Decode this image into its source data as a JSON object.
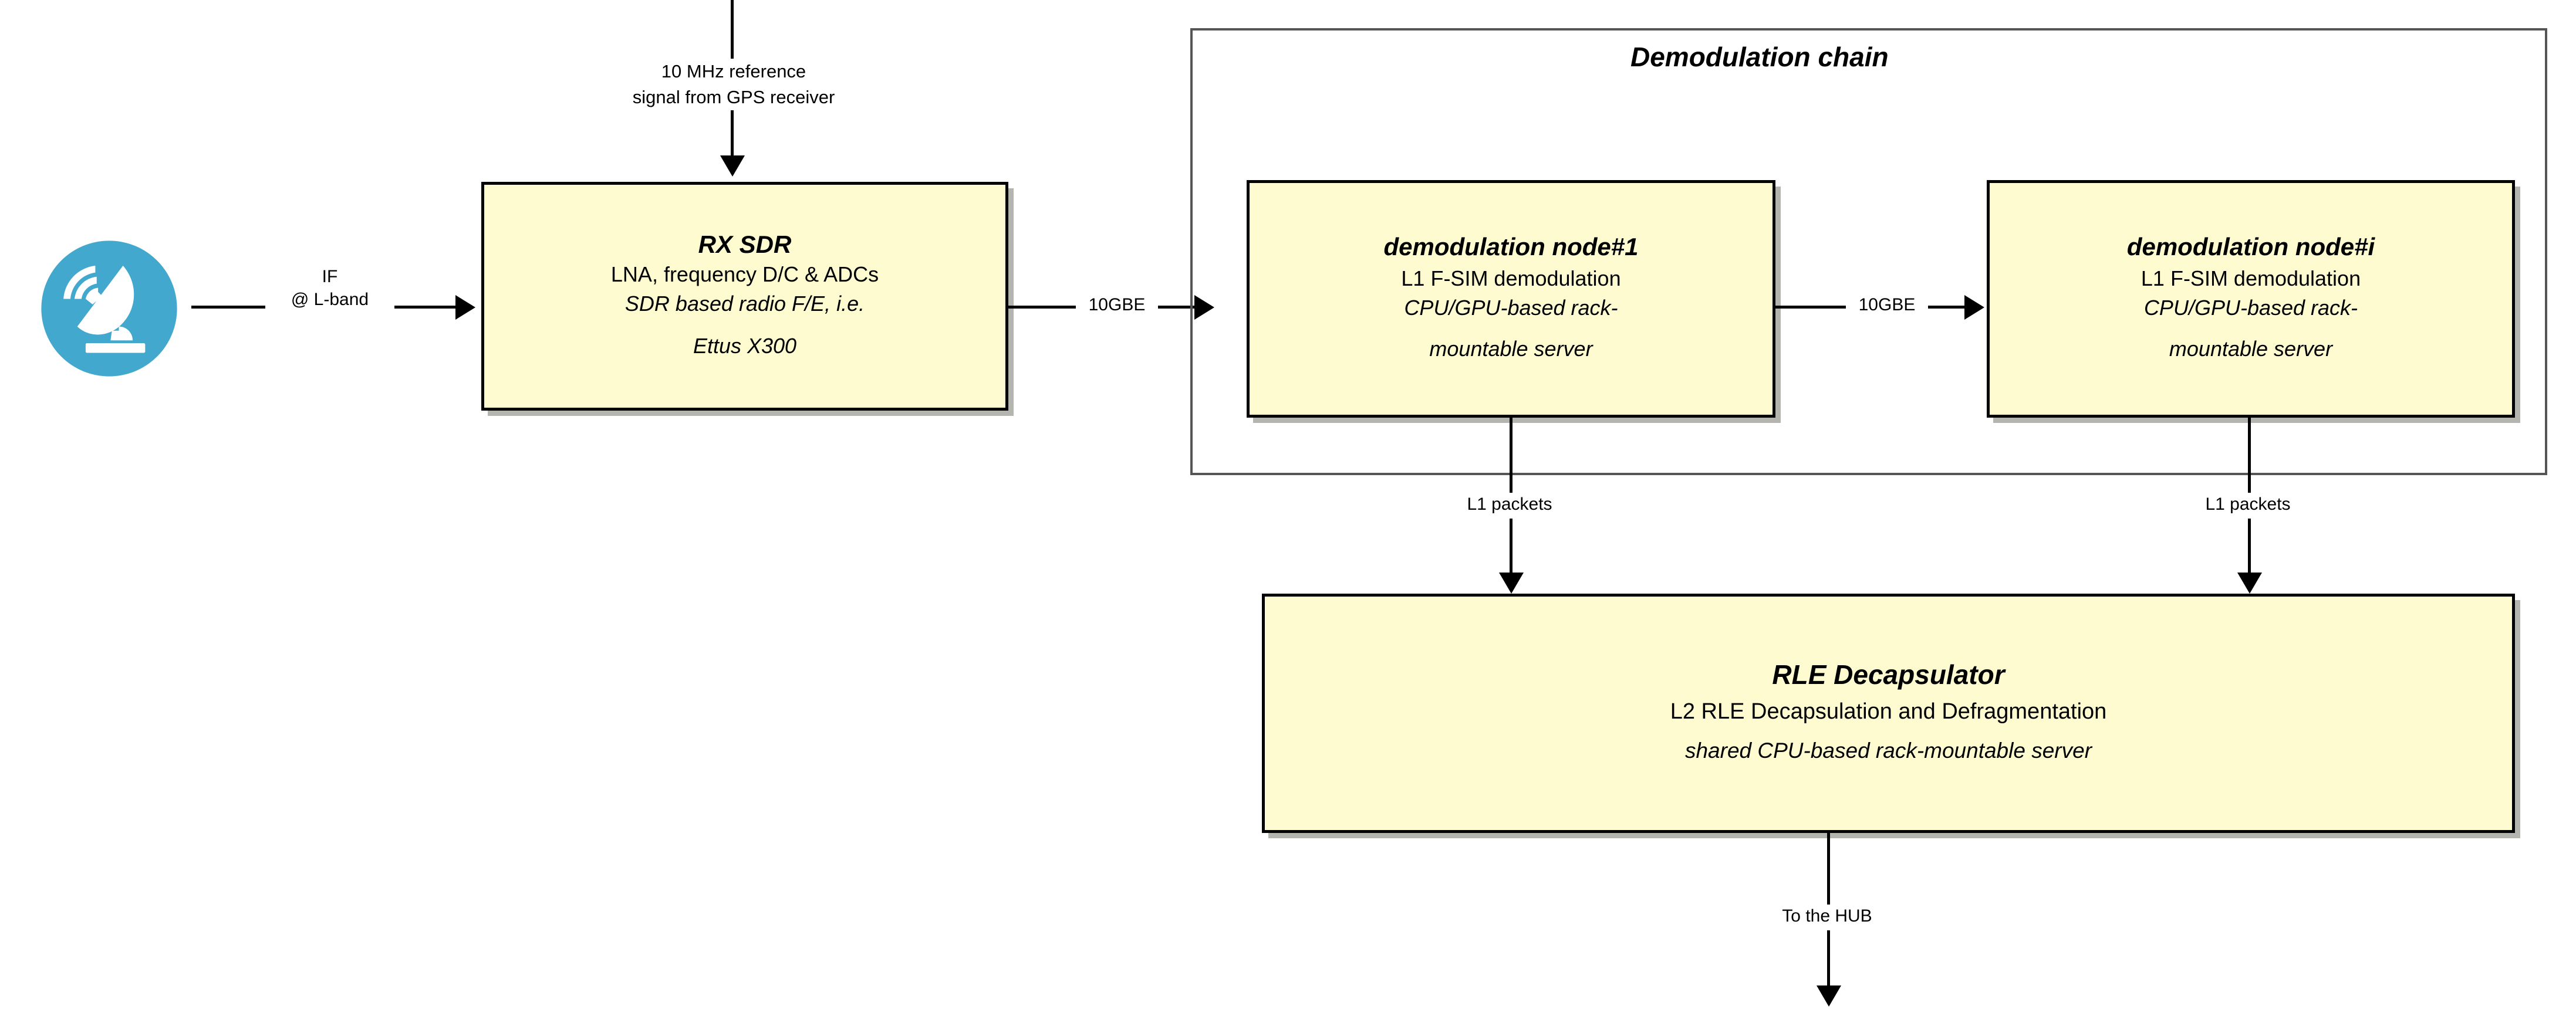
{
  "diagram": {
    "title": "Satellite ground-segment demodulation chain block diagram",
    "colors": {
      "node_fill": "#FDFBCF",
      "node_border": "#000000",
      "group_border": "#555555",
      "antenna_accent": "#42A8CD",
      "text": "#000000"
    }
  },
  "antenna": {
    "icon": "satellite-dish-icon",
    "accent": "#42A8CD"
  },
  "edges": {
    "if_l_band": {
      "line1": "IF",
      "line2": "@ L-band"
    },
    "gps_ref": {
      "line1": "10 MHz reference",
      "line2": "signal from GPS receiver"
    },
    "sdr_to_node1": "10GBE",
    "node1_to_nodei": "10GBE",
    "node1_to_rle": "L1 packets",
    "nodei_to_rle": "L1 packets",
    "rle_out": "To the HUB"
  },
  "nodes": {
    "rx_sdr": {
      "title": "RX SDR",
      "line1": "LNA, frequency D/C & ADCs",
      "line2": "SDR based radio F/E, i.e.",
      "line3": "Ettus X300"
    },
    "demod_node_1": {
      "title": "demodulation node#1",
      "line1": "L1 F-SIM demodulation",
      "line2": "CPU/GPU-based rack-",
      "line3": "mountable server"
    },
    "demod_node_i": {
      "title": "demodulation node#i",
      "line1": "L1 F-SIM demodulation",
      "line2": "CPU/GPU-based rack-",
      "line3": "mountable server"
    },
    "rle_decapsulator": {
      "title": "RLE Decapsulator",
      "line1": "L2 RLE Decapsulation and Defragmentation",
      "line2": "shared CPU-based rack-mountable server"
    }
  },
  "group": {
    "demodulation_chain_title": "Demodulation chain"
  }
}
